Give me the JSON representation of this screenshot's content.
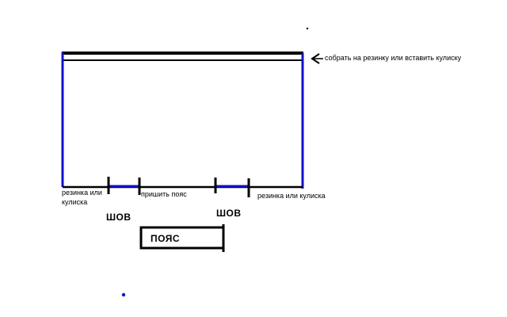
{
  "colors": {
    "line": "#000000",
    "accent": "#1111cc",
    "background": "#ffffff"
  },
  "labels": {
    "gather_note": "собрать на резинку или вставить кулиску",
    "left_elastic_line1": "резинка или",
    "left_elastic_line2": "кулиска",
    "sew_belt": "пришить пояс",
    "right_elastic": "резинка или кулиска",
    "seam_left": "ШОВ",
    "seam_right": "ШОВ",
    "belt": "ПОЯС"
  }
}
